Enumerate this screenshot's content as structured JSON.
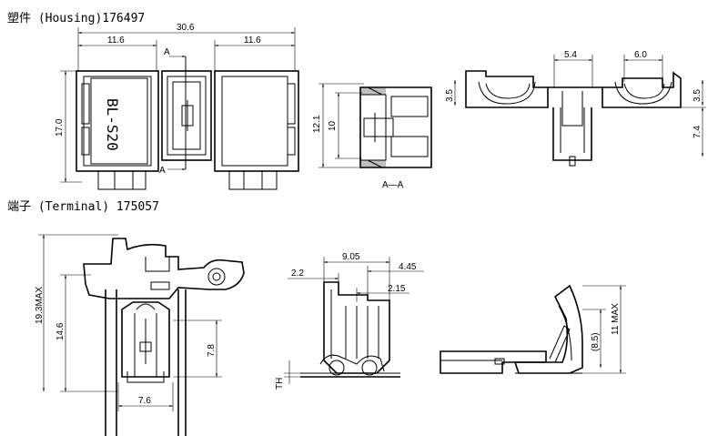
{
  "housing_title": "塑件 (Housing)176497",
  "terminal_title": "端子 (Terminal) 175057",
  "housing": {
    "overall_width": "30.6",
    "left_width": "11.6",
    "right_width": "11.6",
    "height": "17.0",
    "part_mark": "BL-S20",
    "section_letter": "A",
    "section_label": "A—A",
    "section_dim_outer": "12.1",
    "section_dim_inner": "10",
    "side_dim_left": "5.4",
    "side_dim_right": "6.0",
    "side_dim_height_left": "3.5",
    "side_dim_height_right": "3.5",
    "side_dim_lower": "7.4"
  },
  "terminal": {
    "total_height": "19.3MAX",
    "height": "14.6",
    "barrel_height": "7.8",
    "width": "7.6",
    "front_total": "9.05",
    "front_left": "2.2",
    "front_right": "4.45",
    "front_inner": "2.15",
    "front_th_label": "TH",
    "side_height": "11 MAX",
    "side_ref": "(8.5)"
  },
  "colors": {
    "line": "#000000",
    "background": "#ffffff"
  }
}
